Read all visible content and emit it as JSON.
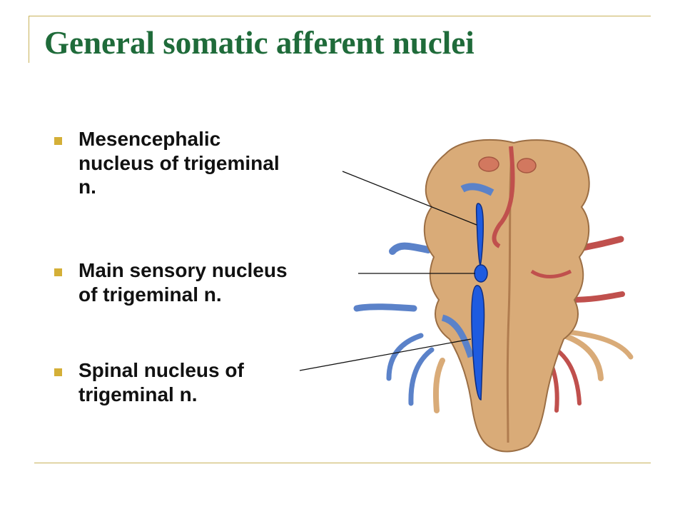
{
  "slide": {
    "title": "General somatic afferent nuclei",
    "bullets": [
      {
        "line1": "Mesencephalic",
        "line2": "nucleus of trigeminal",
        "line3": "n."
      },
      {
        "line1": "Main sensory nucleus",
        "line2": "of trigeminal n."
      },
      {
        "line1": "Spinal nucleus of",
        "line2": "trigeminal n."
      }
    ]
  },
  "colors": {
    "title": "#1f6b3a",
    "frame": "#c8b25a",
    "bullet": "#d4af37",
    "nucleus_blue": "#1e5be0",
    "brainstem": "#d9ab78",
    "nerve_red": "#c0504d",
    "nerve_blue": "#5b82c9"
  }
}
